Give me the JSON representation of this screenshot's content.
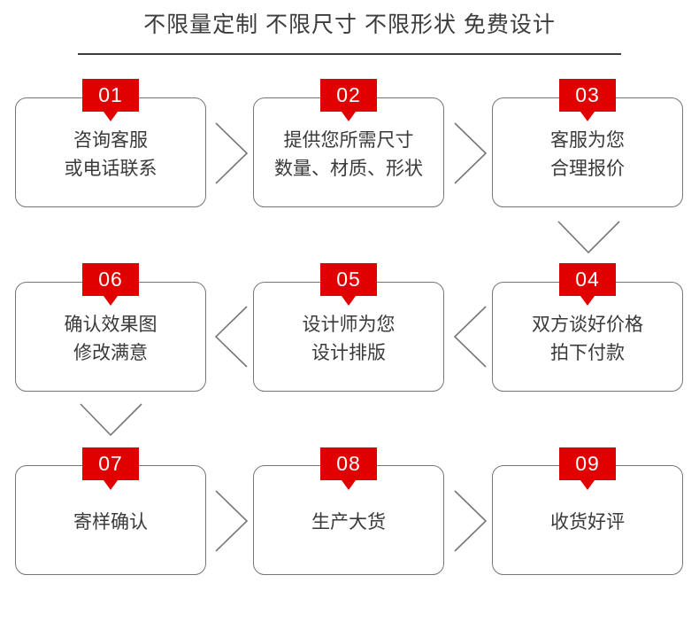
{
  "header": {
    "title": "不限量定制 不限尺寸 不限形状 免费设计"
  },
  "colors": {
    "badge_red": "#e00000",
    "box_border": "#767676",
    "text": "#3a3a3a",
    "background": "#ffffff"
  },
  "flow": {
    "steps": [
      {
        "number": "01",
        "label": "咨询客服\n或电话联系"
      },
      {
        "number": "02",
        "label": "提供您所需尺寸\n数量、材质、形状"
      },
      {
        "number": "03",
        "label": "客服为您\n合理报价"
      },
      {
        "number": "04",
        "label": "双方谈好价格\n拍下付款"
      },
      {
        "number": "05",
        "label": "设计师为您\n设计排版"
      },
      {
        "number": "06",
        "label": "确认效果图\n修改满意"
      },
      {
        "number": "07",
        "label": "寄样确认"
      },
      {
        "number": "08",
        "label": "生产大货"
      },
      {
        "number": "09",
        "label": "收货好评"
      }
    ],
    "connectors": [
      {
        "name": "connector-01-to-02",
        "direction": "right"
      },
      {
        "name": "connector-02-to-03",
        "direction": "right"
      },
      {
        "name": "connector-03-to-04",
        "direction": "down"
      },
      {
        "name": "connector-04-to-05",
        "direction": "left"
      },
      {
        "name": "connector-05-to-06",
        "direction": "left"
      },
      {
        "name": "connector-06-to-07",
        "direction": "down"
      },
      {
        "name": "connector-07-to-08",
        "direction": "right"
      },
      {
        "name": "connector-08-to-09",
        "direction": "right"
      }
    ]
  }
}
